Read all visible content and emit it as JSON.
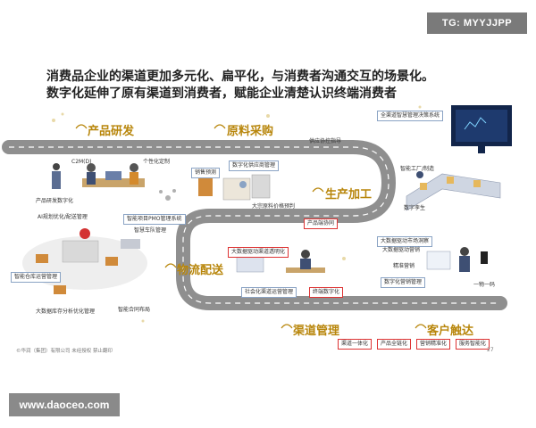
{
  "watermarks": {
    "top": "TG: MYYJJPP",
    "bottom": "www.daoceo.com"
  },
  "headline": {
    "line1": "消费品企业的渠道更加多元化、扁平化，与消费者沟通交互的场景化。",
    "line2": "数字化延伸了原有渠道到消费者，赋能企业清楚认识终端消费者"
  },
  "phases": {
    "product_rd": "产品研发",
    "raw_material": "原料采购",
    "production": "生产加工",
    "logistics": "物流配送",
    "channel": "渠道管理",
    "customer": "客户触达"
  },
  "labels": {
    "c2m": "C2M(D)",
    "personal": "个性化定制",
    "sales_forecast": "销售预测",
    "supply_mgmt": "数字化供应商管理",
    "supply_coord": "供应协控指导",
    "dashboard": "全渠道智慧管理决策系统",
    "smart_factory": "智能工厂/制造",
    "product_digit": "产品研发数字化",
    "ai_plan": "AI规划优化/配送管理",
    "smart_project": "智能项目PMO管理系统",
    "smart_vehicle": "智慧车队管理",
    "bulk_price": "大宗原料价格预判",
    "digital_twin": "数字孪生",
    "production_coord": "产品端协同",
    "warehouse": "智能仓库运营管理",
    "big_data_inv": "大数据库存分析优化管理",
    "smart_contract": "智能合同布局",
    "big_data_channel": "大数据驱动渠道透明化",
    "social_channel": "社会化渠道运营管理",
    "terminal_digit": "终端数字化",
    "big_data_market": "大数据驱动市场洞察",
    "big_data_marketing": "大数据驱动营销",
    "precision": "精准营销",
    "digital_marketing": "数字化营销管理",
    "one_code": "一物一码"
  },
  "legend": [
    "渠道一体化",
    "产品全链化",
    "营销精准化",
    "服务智能化"
  ],
  "footer": "©华润（集团）有限公司 未经授权 禁止翻印",
  "page_number": "27",
  "colors": {
    "road": "#8f8f8f",
    "phase": "#b8860b",
    "accent": "#d33333",
    "node": "#8aa3c4"
  }
}
